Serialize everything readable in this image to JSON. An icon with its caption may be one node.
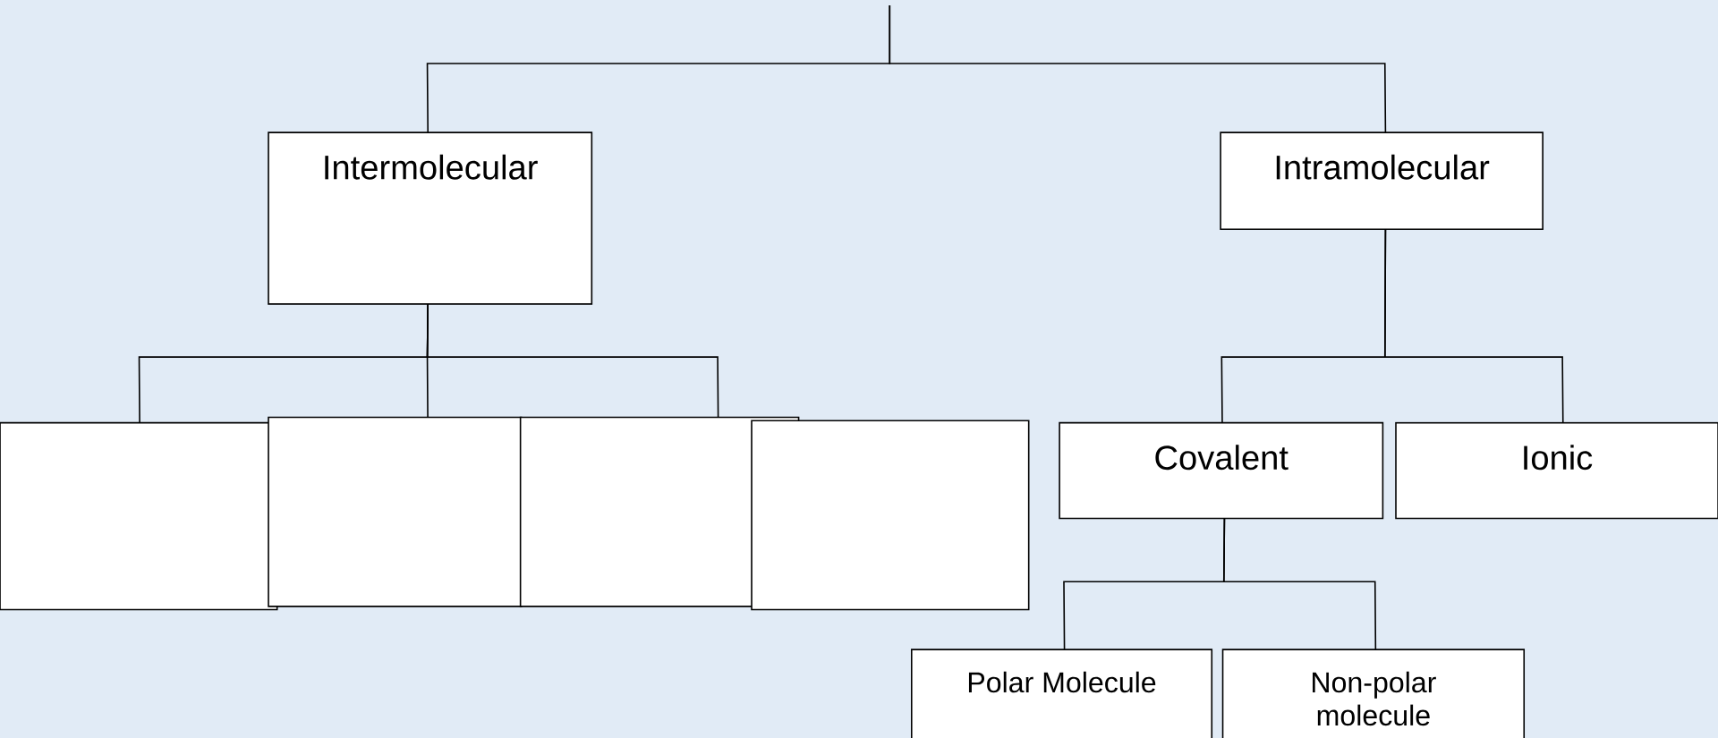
{
  "diagram": {
    "nodes": [
      {
        "text": [
          "Intermolecular"
        ]
      },
      {
        "text": [
          "Intramolecular"
        ]
      },
      {
        "text": [],
        "shape": "box"
      },
      {
        "text": [],
        "shape": "box"
      },
      {
        "text": [],
        "shape": "box"
      },
      {
        "text": [],
        "shape": "box"
      },
      {
        "text": [
          "Covalent"
        ]
      },
      {
        "text": [
          "Ionic"
        ]
      },
      {
        "text": [
          "Polar Molecule"
        ]
      },
      {
        "text": [
          "Non-polar molecule"
        ]
      }
    ],
    "edges": [
      {
        "from": null,
        "to": 0,
        "arrow": "none"
      },
      {
        "from": null,
        "to": 1,
        "arrow": "none"
      },
      {
        "from": 0,
        "to": 2,
        "arrow": "none"
      },
      {
        "from": 0,
        "to": 3,
        "arrow": "none"
      },
      {
        "from": 0,
        "to": 4,
        "arrow": "none"
      },
      {
        "from": 1,
        "to": 6,
        "arrow": "none"
      },
      {
        "from": 1,
        "to": 7,
        "arrow": "none"
      },
      {
        "from": 6,
        "to": 8,
        "arrow": "none"
      },
      {
        "from": 6,
        "to": 9,
        "arrow": "none"
      }
    ]
  }
}
